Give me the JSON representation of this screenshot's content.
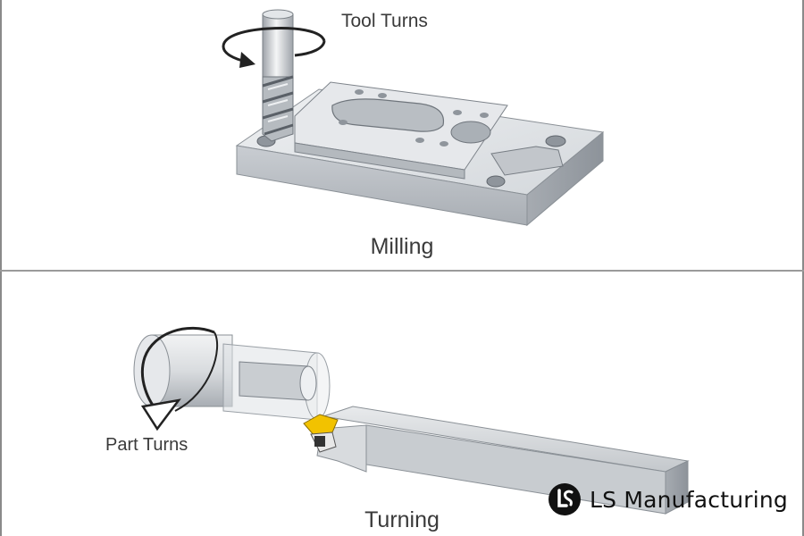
{
  "milling": {
    "caption": "Milling",
    "motion_label": "Tool Turns",
    "icons": [
      "end-mill-icon",
      "workpiece-block-icon",
      "rotation-arrow-icon"
    ]
  },
  "turning": {
    "caption": "Turning",
    "motion_label": "Part Turns",
    "icons": [
      "cylinder-part-icon",
      "cutting-tool-icon",
      "rotation-arrow-icon"
    ]
  },
  "brand": {
    "name": "LS Manufacturing",
    "icon": "ls-logo-icon"
  },
  "colors": {
    "metal_light": "#e9ecef",
    "metal_mid": "#c8ccd1",
    "metal_dark": "#8e949b",
    "insert_yellow": "#f2c200",
    "divider": "#9a9a9a"
  }
}
